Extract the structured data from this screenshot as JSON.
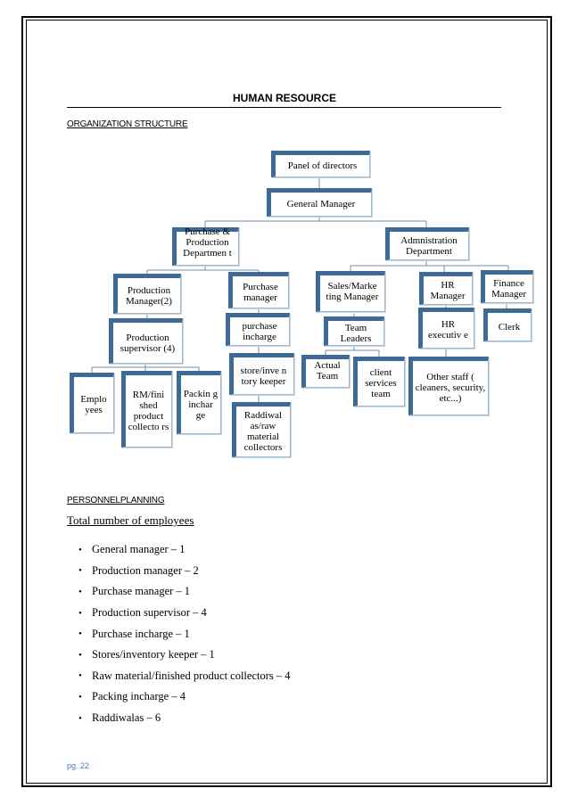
{
  "page": {
    "title": "HUMAN RESOURCE",
    "org_heading": "ORGANIZATION STRUCTURE",
    "personnel_heading": "PERSONNELPLANNING",
    "total_heading": "Total number of employees",
    "footer": "pg. 22"
  },
  "org": {
    "panel": "Panel of directors",
    "gm": "General Manager",
    "purchase_prod": "Purchase & Production Departmen t",
    "admin": "Admnistration Department",
    "prod_mgr": "Production Manager(2)",
    "purch_mgr": "Purchase manager",
    "sales": "Sales/Marke ting Manager",
    "hr_mgr": "HR Manager",
    "fin_mgr": "Finance Manager",
    "prod_sup": "Production supervisor (4)",
    "purch_inch": "purchase incharge",
    "team_leaders": "Team Leaders",
    "hr_exec": "HR executiv e",
    "clerk": "Clerk",
    "employees": "Emplo yees",
    "rm": "RM/fini shed product collecto rs",
    "packing": "Packin g inchar ge",
    "store": "store/inve n tory keeper",
    "raddi": "Raddiwal as/raw material collectors",
    "actual": "Actual Team",
    "client": "client services team",
    "other": "Other staff ( cleaners, security, etc...)"
  },
  "bullet_symbol": "•",
  "employees": [
    "General manager – 1",
    "Production manager – 2",
    "Purchase manager – 1",
    "Production supervisor – 4",
    "Purchase incharge – 1",
    "Stores/inventory keeper – 1",
    "Raw material/finished product collectors – 4",
    "Packing incharge – 4",
    "Raddiwalas – 6"
  ],
  "colors": {
    "node_border": "#3d6b95",
    "footer_text": "#4a7bb5"
  }
}
